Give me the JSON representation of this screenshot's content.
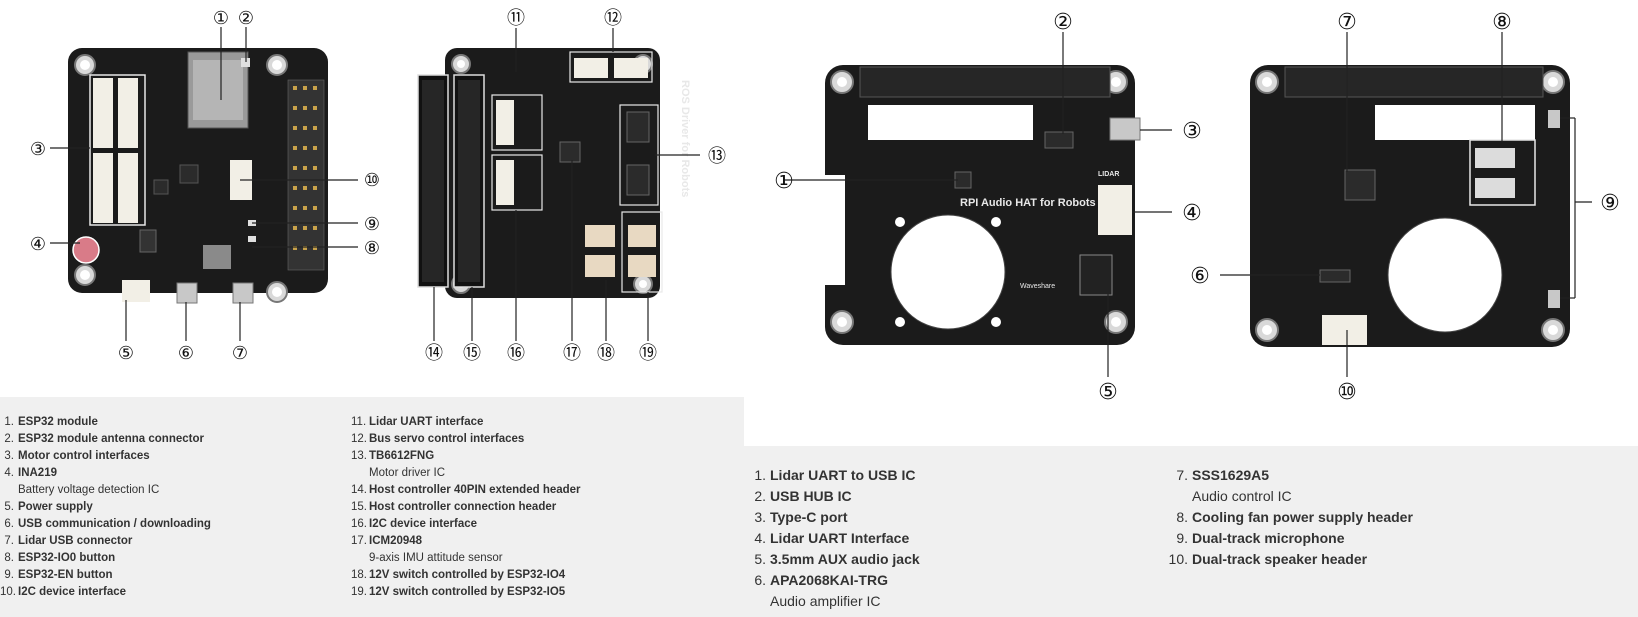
{
  "colors": {
    "pcb": "#1b1b1b",
    "silk": "#e8e8e8",
    "legend_bg": "#f0f0f0",
    "connector": "#f2efe6",
    "gold": "#c8a24a",
    "callout_line": "#222222"
  },
  "figure_left": {
    "callouts": [
      "①",
      "②",
      "③",
      "④",
      "⑤",
      "⑥",
      "⑦",
      "⑧",
      "⑨",
      "⑩",
      "⑪",
      "⑫",
      "⑬",
      "⑭",
      "⑮",
      "⑯",
      "⑰",
      "⑱",
      "⑲"
    ],
    "board2_text": "ROS Driver for Robots",
    "legend": {
      "col1": [
        {
          "num": "1.",
          "label": "ESP32 module"
        },
        {
          "num": "2.",
          "label": "ESP32 module antenna connector"
        },
        {
          "num": "3.",
          "label": "Motor control interfaces"
        },
        {
          "num": "4.",
          "label": "INA219",
          "sub": "Battery voltage detection IC"
        },
        {
          "num": "5.",
          "label": "Power supply"
        },
        {
          "num": "6.",
          "label": "USB communication / downloading"
        },
        {
          "num": "7.",
          "label": "Lidar USB connector"
        },
        {
          "num": "8.",
          "label": "ESP32-IO0 button"
        },
        {
          "num": "9.",
          "label": "ESP32-EN button"
        },
        {
          "num": "10.",
          "label": "I2C device interface"
        }
      ],
      "col2": [
        {
          "num": "11.",
          "label": "Lidar UART interface"
        },
        {
          "num": "12.",
          "label": "Bus servo control interfaces"
        },
        {
          "num": "13.",
          "label": "TB6612FNG",
          "sub": "Motor driver IC"
        },
        {
          "num": "14.",
          "label": "Host controller 40PIN extended header"
        },
        {
          "num": "15.",
          "label": "Host controller connection header"
        },
        {
          "num": "16.",
          "label": "I2C device interface"
        },
        {
          "num": "17.",
          "label": "ICM20948",
          "sub": "9-axis IMU attitude sensor"
        },
        {
          "num": "18.",
          "label": "12V switch controlled by ESP32-IO4"
        },
        {
          "num": "19.",
          "label": "12V switch controlled by ESP32-IO5"
        }
      ]
    }
  },
  "figure_right": {
    "callouts": [
      "①",
      "②",
      "③",
      "④",
      "⑤",
      "⑥",
      "⑦",
      "⑧",
      "⑨",
      "⑩"
    ],
    "board_text": "RPI Audio HAT for Robots",
    "board_lidar": "LIDAR",
    "brand": "Waveshare",
    "legend": {
      "col1": [
        {
          "num": "1.",
          "label": "Lidar UART to USB IC"
        },
        {
          "num": "2.",
          "label": "USB HUB IC"
        },
        {
          "num": "3.",
          "label": "Type-C port"
        },
        {
          "num": "4.",
          "label": "Lidar UART Interface"
        },
        {
          "num": "5.",
          "label": "3.5mm AUX audio jack"
        },
        {
          "num": "6.",
          "label": "APA2068KAI-TRG",
          "sub": "Audio amplifier IC"
        }
      ],
      "col2": [
        {
          "num": "7.",
          "label": "SSS1629A5",
          "sub": "Audio control IC"
        },
        {
          "num": "8.",
          "label": "Cooling fan power supply header"
        },
        {
          "num": "9.",
          "label": "Dual-track microphone"
        },
        {
          "num": "10.",
          "label": "Dual-track speaker header"
        }
      ]
    }
  }
}
